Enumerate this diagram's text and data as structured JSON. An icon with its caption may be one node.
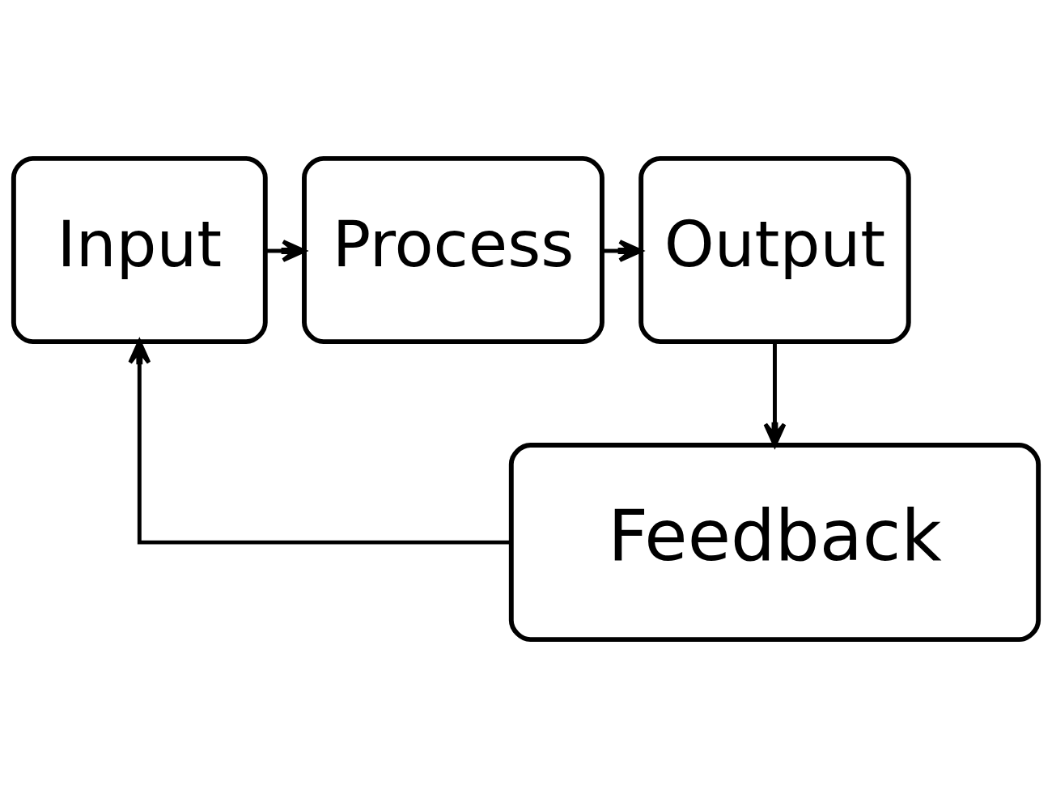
{
  "diagram": {
    "nodes": [
      {
        "text": [
          "Input"
        ]
      },
      {
        "text": [
          "Process"
        ]
      },
      {
        "text": [
          "Output"
        ]
      },
      {
        "text": [
          "Feedback"
        ]
      }
    ],
    "edges": [
      {
        "from": 0,
        "to": 1,
        "arrow": "to"
      },
      {
        "from": 1,
        "to": 2,
        "arrow": "to"
      },
      {
        "from": 2,
        "to": 3,
        "arrow": "to"
      },
      {
        "from": 3,
        "to": 0,
        "arrow": "to"
      }
    ]
  }
}
